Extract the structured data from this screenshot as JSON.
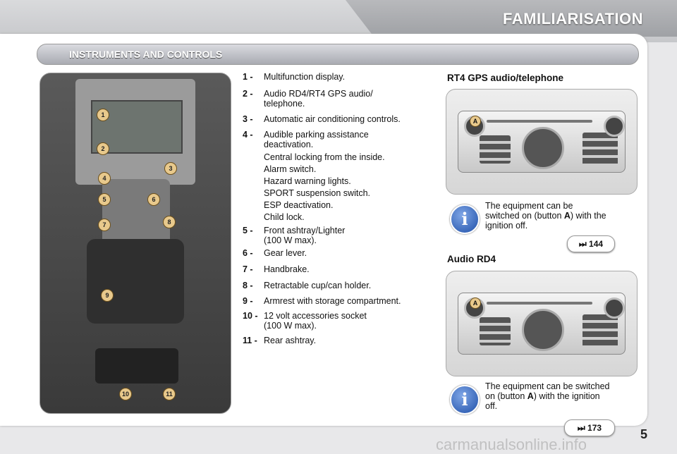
{
  "header": {
    "chapter_title": "FAMILIARISATION"
  },
  "section": {
    "title": "INSTRUMENTS AND CONTROLS"
  },
  "photo": {
    "callouts": [
      "1",
      "2",
      "3",
      "4",
      "5",
      "6",
      "7",
      "8",
      "9",
      "10",
      "11"
    ]
  },
  "items": [
    {
      "num": "1 -",
      "lines": [
        "Multifunction display."
      ]
    },
    {
      "num": "2 -",
      "lines": [
        "Audio RD4/RT4 GPS audio/",
        "telephone."
      ]
    },
    {
      "num": "3 -",
      "lines": [
        "Automatic air conditioning controls."
      ]
    },
    {
      "num": "4 -",
      "lines": [
        "Audible parking assistance",
        "deactivation."
      ],
      "subs": [
        "Central locking from the inside.",
        "Alarm switch.",
        "Hazard warning lights.",
        "SPORT suspension switch.",
        "ESP deactivation.",
        "Child lock."
      ]
    },
    {
      "num": "5 -",
      "lines": [
        "Front ashtray/Lighter",
        "(100 W max)."
      ]
    },
    {
      "num": "6 -",
      "lines": [
        "Gear lever."
      ]
    },
    {
      "num": "7 -",
      "lines": [
        "Handbrake."
      ]
    },
    {
      "num": "8 -",
      "lines": [
        "Retractable cup/can holder."
      ]
    },
    {
      "num": "9 -",
      "lines": [
        "Armrest with storage compartment."
      ]
    },
    {
      "num": "10 -",
      "lines": [
        "12 volt accessories socket",
        "(100 W max)."
      ]
    },
    {
      "num": "11 -",
      "lines": [
        "Rear ashtray."
      ]
    }
  ],
  "rt4": {
    "title": "RT4 GPS audio/telephone",
    "button_label": "A",
    "note_lines": [
      "The equipment can be",
      "switched on (button ",
      "A",
      ") with the",
      "ignition off."
    ],
    "ref": "⏭ 144"
  },
  "rd4": {
    "title": "Audio RD4",
    "button_label": "A",
    "note_lines": [
      "The equipment can be switched",
      "on (button ",
      "A",
      ") with the ignition",
      "off."
    ],
    "ref": "⏭ 173"
  },
  "page_number": "5",
  "watermark": "carmanualsonline.info",
  "colors": {
    "accent_blue": "#1e4fa8",
    "callout": "#e8c98c"
  },
  "icons": {
    "info": "info-icon",
    "reference": "reference-arrow-icon"
  }
}
